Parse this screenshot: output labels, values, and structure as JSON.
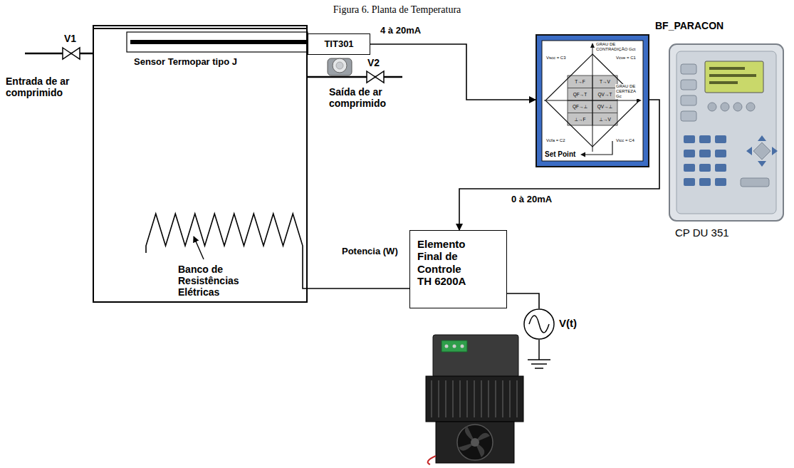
{
  "diagram": {
    "title": "Figura 6. Planta de Temperatura",
    "nodes": [
      {
        "text": [
          "Sensor Termopar tipo J",
          "Banco de Resistências Elétricas"
        ]
      },
      {
        "text": [
          "TIT301"
        ]
      },
      {
        "text": [
          "BF_PARACON",
          "Set Point"
        ]
      },
      {
        "text": [
          "Elemento Final de Controle TH 6200A"
        ]
      },
      {
        "text": [
          "V(t)"
        ]
      }
    ],
    "edges": [
      {
        "from": 1,
        "to": 2,
        "label": "4 à 20mA",
        "arrow": "to"
      },
      {
        "from": 2,
        "to": 3,
        "label": "0 à 20mA",
        "arrow": "to"
      },
      {
        "from": 3,
        "to": 0,
        "label": "Potencia (W)",
        "arrow": "none"
      },
      {
        "from": 3,
        "to": 4,
        "arrow": "none"
      }
    ],
    "labels": [
      "V1",
      "Entrada de ar comprimido",
      "V2",
      "Saída de ar comprimido",
      "CP DU 351",
      "GRAU DE CONTRADIÇÃO Gct",
      "GRAU DE CERTEZA Gc",
      "Vscc = C3",
      "Vcve = C1",
      "Vicc = C4",
      "Vcfa = C2",
      "T→F",
      "T→V",
      "QF→T",
      "QV→T",
      "QF→⊥",
      "QV→⊥",
      "⊥→F",
      "⊥→V"
    ]
  }
}
